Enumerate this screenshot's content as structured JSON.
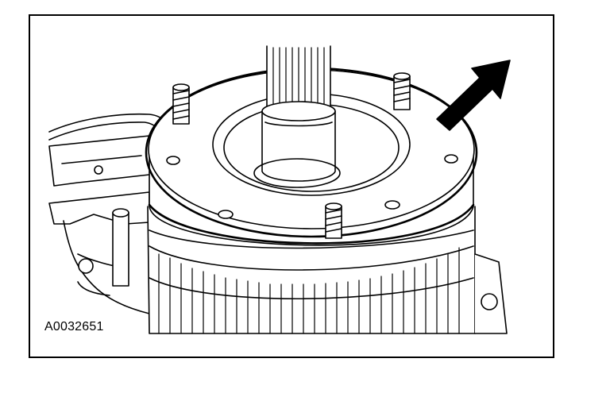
{
  "figure": {
    "id_label": "A0032651"
  },
  "colors": {
    "line": "#000000",
    "fill": "#ffffff",
    "shade": "#d9d9d9"
  },
  "parts": [
    "input-shaft",
    "clutch-drum",
    "sealing-ring",
    "mounting-studs",
    "fluid-tube",
    "clutch-pack",
    "callout-arrow"
  ]
}
